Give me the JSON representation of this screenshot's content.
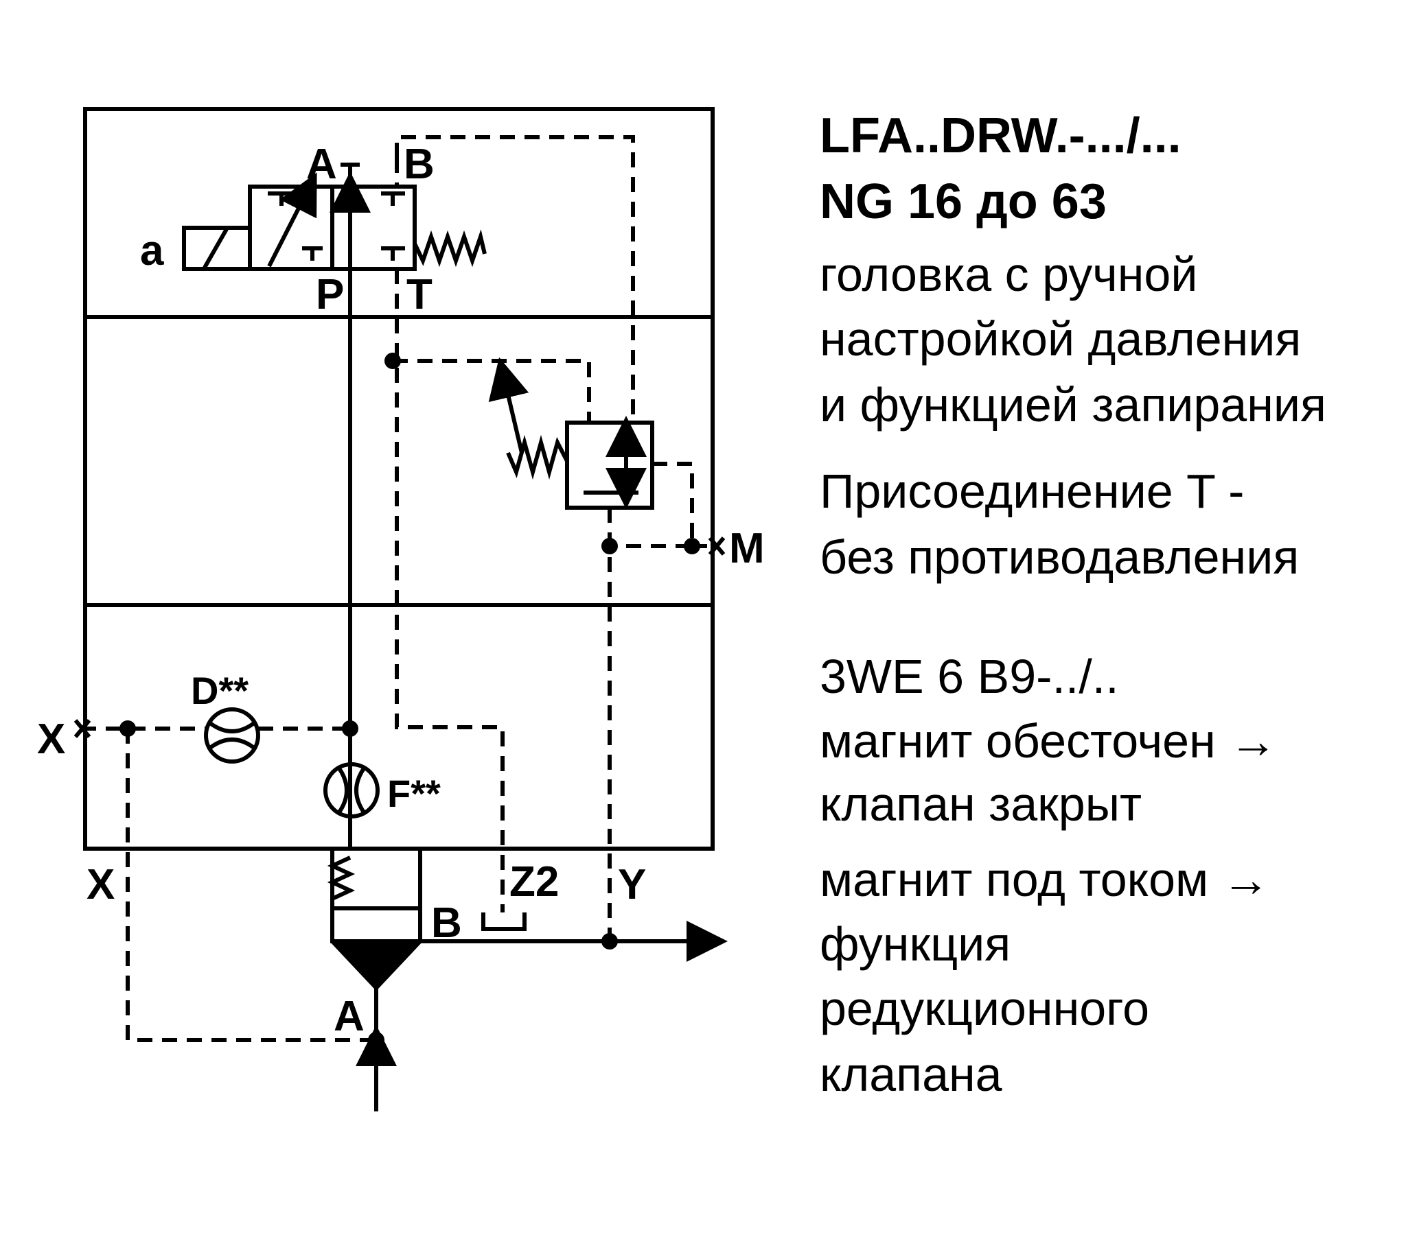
{
  "labels": {
    "port_a_top": "A",
    "port_b_top": "B",
    "port_p": "P",
    "port_t": "T",
    "solenoid": "a",
    "port_m": "M",
    "port_x_left": "X",
    "port_x_bottom": "X",
    "orifice_d": "D**",
    "orifice_f": "F**",
    "port_z2": "Z2",
    "port_y": "Y",
    "port_b_main": "B",
    "port_a_main": "A"
  },
  "description": {
    "model": "LFA..DRW.-.../...",
    "size": "NG 16 до 63",
    "line1": "головка с ручной",
    "line2": "настройкой давления",
    "line3": "и функцией запирания",
    "line4": "Присоединение T -",
    "line5": "без противодавления",
    "valve_model": "3WE 6  B9-../..",
    "state1_a": "магнит обесточен →",
    "state1_b": "клапан закрыт",
    "state2_a": "магнит под током →",
    "state2_b": "функция",
    "state2_c": "редукционного",
    "state2_d": "клапана"
  }
}
